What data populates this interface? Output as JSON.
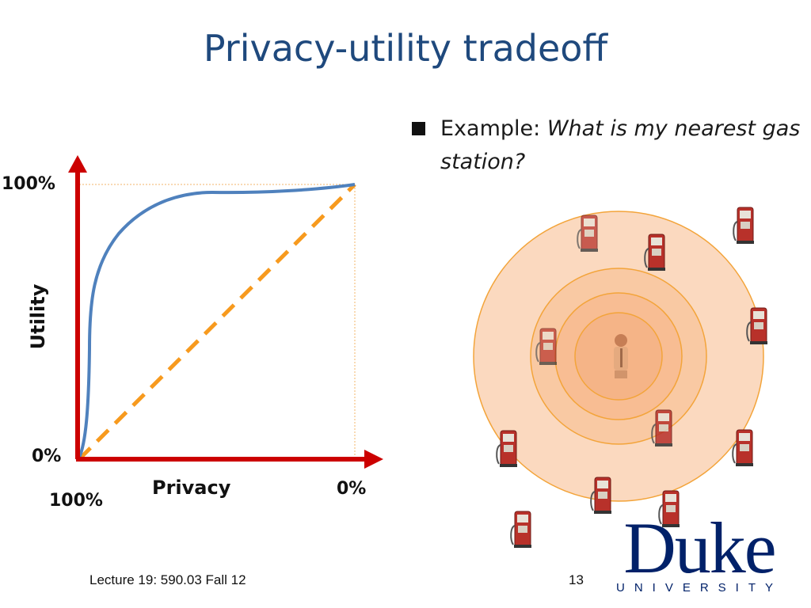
{
  "slide": {
    "title": "Privacy-utility tradeoff",
    "bullet_prefix": "Example: ",
    "bullet_question": "What is my nearest gas station?",
    "chart": {
      "y_axis_label": "Utility",
      "x_axis_label": "Privacy",
      "y_top_label": "100%",
      "y_bottom_label": "0%",
      "x_left_label": "100%",
      "x_right_label": "0%"
    },
    "footer_left": "Lecture 19: 590.03 Fall 12",
    "page_number": "13",
    "logo_main": "Duke",
    "logo_sub": "UNIVERSITY",
    "colors": {
      "title": "#1f497d",
      "axis": "#cc0000",
      "curve": "#4f81bd",
      "diagonal": "#f79a1e",
      "circle_fill": "#f9c79a",
      "circle_stroke": "#f3a43a",
      "pump": "#b8312a",
      "logo": "#012169"
    }
  }
}
